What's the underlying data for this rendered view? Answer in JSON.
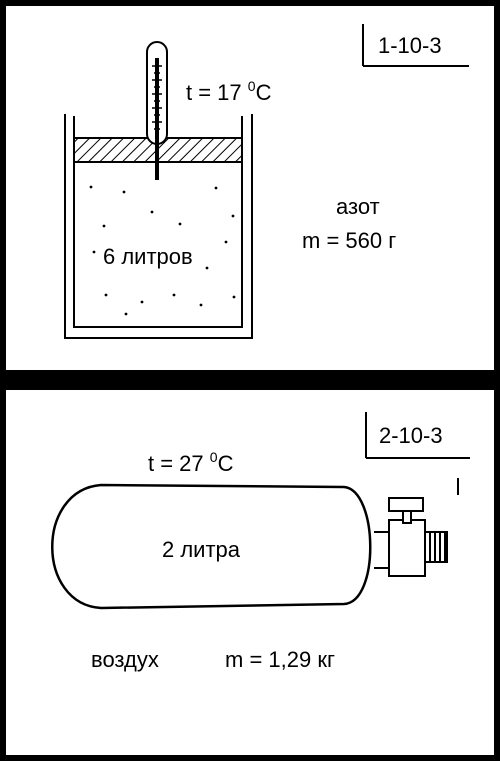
{
  "problem1": {
    "code": "1-10-3",
    "temperature_prefix": "t = 17 ",
    "temperature_degree": "0",
    "temperature_unit": "C",
    "volume": "6 литров",
    "gas": "азот",
    "mass": "m = 560 г"
  },
  "problem2": {
    "code": "2-10-3",
    "temperature_prefix": "t = 27 ",
    "temperature_degree": "0",
    "temperature_unit": "C",
    "volume": "2 литра",
    "gas": "воздух",
    "mass": "m = 1,29 кг"
  }
}
